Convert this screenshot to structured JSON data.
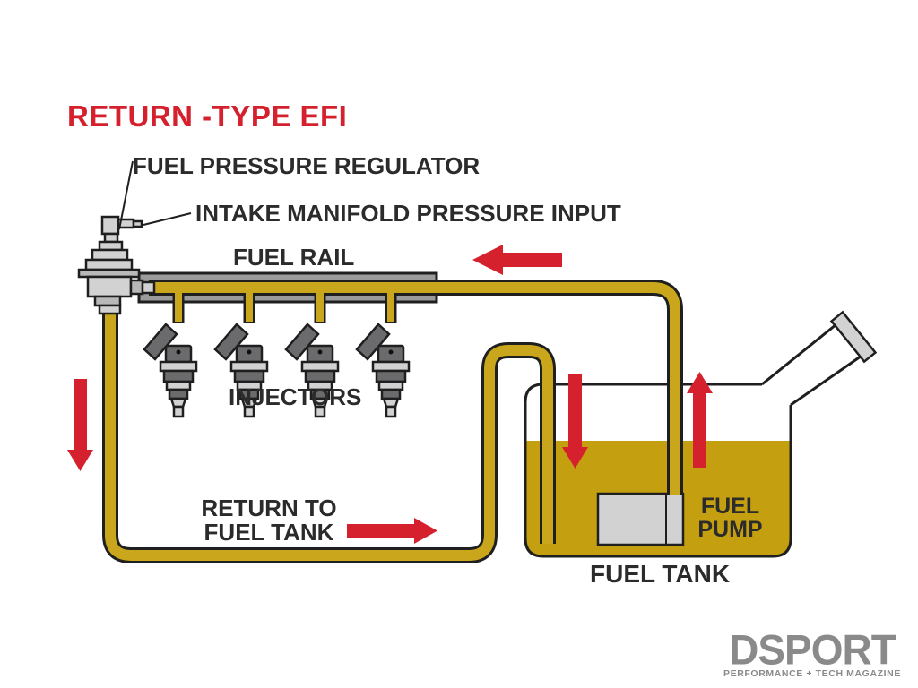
{
  "title": "RETURN -TYPE EFI",
  "labels": {
    "regulator": "FUEL PRESSURE REGULATOR",
    "manifold_input": "INTAKE MANIFOLD PRESSURE INPUT",
    "fuel_rail": "FUEL RAIL",
    "injectors": "INJECTORS",
    "return_line1": "RETURN TO",
    "return_line2": "FUEL TANK",
    "pump_line1": "FUEL",
    "pump_line2": "PUMP",
    "fuel_tank": "FUEL TANK"
  },
  "logo": {
    "name": "DSPORT",
    "tagline": "PERFORMANCE + TECH MAGAZINE"
  },
  "colors": {
    "accent_red": "#D5212E",
    "fuel_gold": "#C9A61B",
    "tank_fuel": "#C4A011",
    "outline_dark": "#1F1F1F",
    "metal_gray": "#9B9B9B",
    "metal_light": "#D2D2D2",
    "metal_mid": "#B8B8B8",
    "metal_dark": "#6B6B6D",
    "label_text": "#2B2B2B",
    "logo_gray": "#8A8A8A"
  }
}
